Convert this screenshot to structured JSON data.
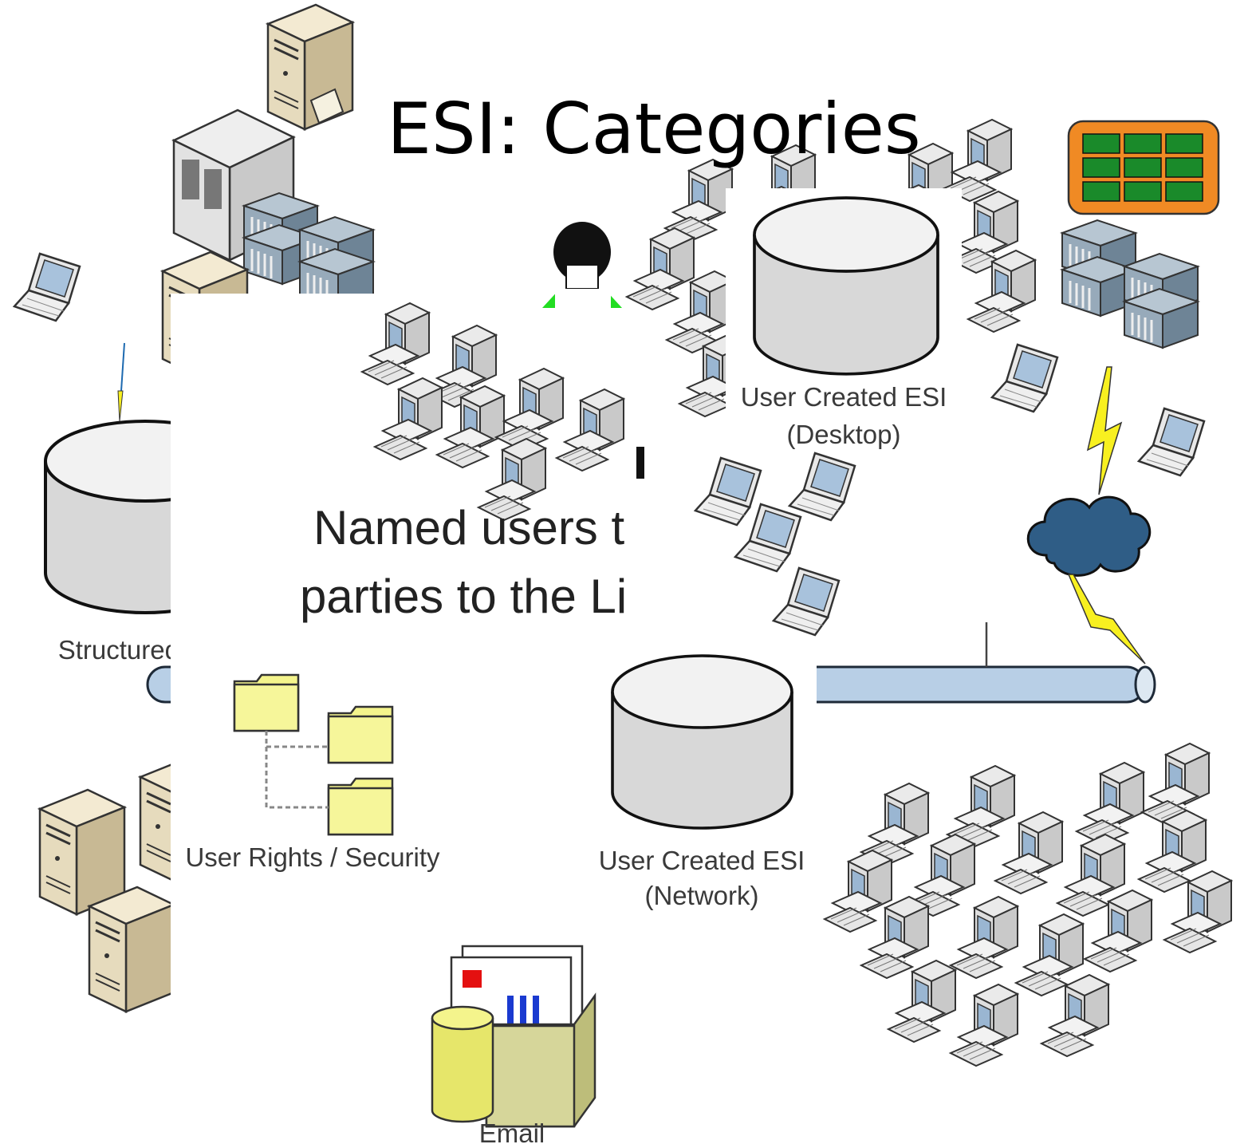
{
  "title": "ESI: Categories",
  "labels": {
    "structured": "Structured ESI",
    "user_desktop_line1": "User Created ESI",
    "user_desktop_line2": "(Desktop)",
    "user_network_line1": "User Created ESI",
    "user_network_line2": "(Network)",
    "user_rights": "User Rights / Security",
    "email": "Email"
  },
  "overlay_text": {
    "line1": "Named users t",
    "line2": "parties to the Li"
  },
  "colors": {
    "pipe": "#b8cfe6",
    "folder": "#f4f48c",
    "grid_cell": "#1a8a2a",
    "grid_bg": "#f08a24",
    "cloud": "#2f5d86",
    "bolt": "#f8f020"
  }
}
